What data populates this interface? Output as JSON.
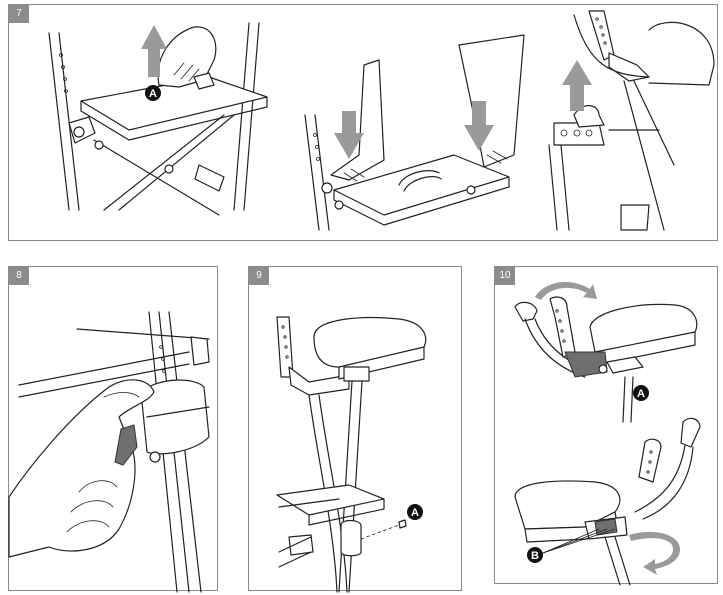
{
  "panels": [
    {
      "number": "7"
    },
    {
      "number": "8"
    },
    {
      "number": "9"
    },
    {
      "number": "10"
    }
  ],
  "callouts": {
    "p7_a": "A",
    "p9_a": "A",
    "p10_a": "A",
    "p10_b": "B"
  },
  "colors": {
    "badge": "#8c8c8c",
    "arrow": "#9a9a9a",
    "line": "#222222",
    "callout": "#111111"
  }
}
